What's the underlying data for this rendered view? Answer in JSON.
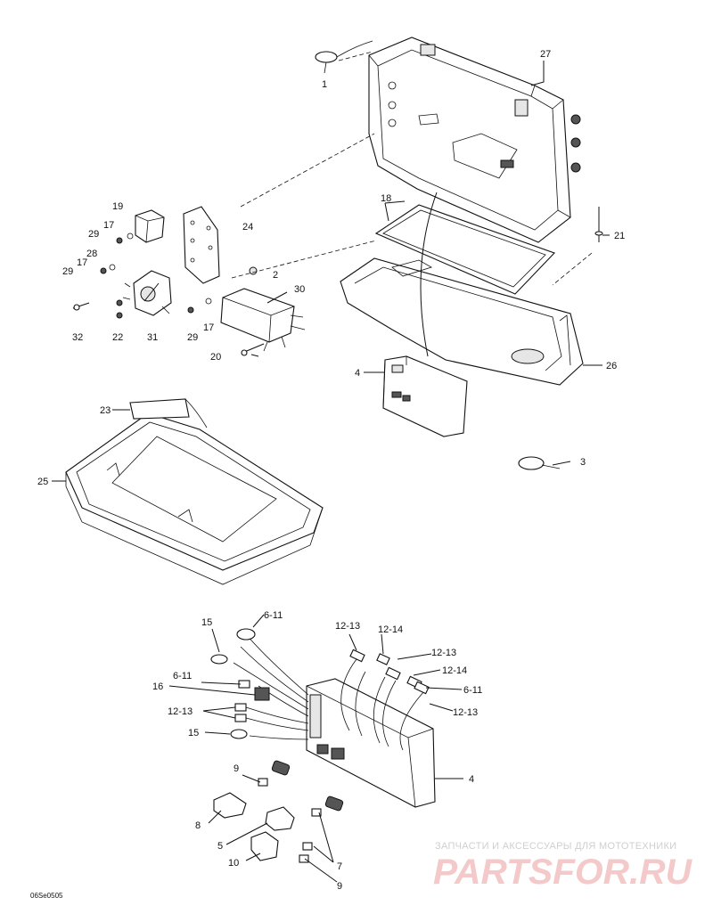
{
  "labels": {
    "l1": "1",
    "l2": "2",
    "l3": "3",
    "l4a": "4",
    "l4b": "4",
    "l5": "5",
    "l6_11a": "6-11",
    "l6_11b": "6-11",
    "l6_11c": "6-11",
    "l7": "7",
    "l8": "8",
    "l9a": "9",
    "l9b": "9",
    "l10": "10",
    "l12_13a": "12-13",
    "l12_13b": "12-13",
    "l12_13c": "12-13",
    "l12_13d": "12-13",
    "l12_14a": "12-14",
    "l12_14b": "12-14",
    "l15a": "15",
    "l15b": "15",
    "l16": "16",
    "l17a": "17",
    "l17b": "17",
    "l17c": "17",
    "l18": "18",
    "l19": "19",
    "l20": "20",
    "l21": "21",
    "l22": "22",
    "l23": "23",
    "l24": "24",
    "l25": "25",
    "l26": "26",
    "l27": "27",
    "l28": "28",
    "l29a": "29",
    "l29b": "29",
    "l29c": "29",
    "l30": "30",
    "l31": "31",
    "l32": "32"
  },
  "drawing_code": "06Se0505",
  "watermark": {
    "line1": "ЗАПЧАСТИ И АКСЕССУАРЫ ДЛЯ МОТОТЕХНИКИ",
    "line2": "PARTSFOR.RU"
  }
}
